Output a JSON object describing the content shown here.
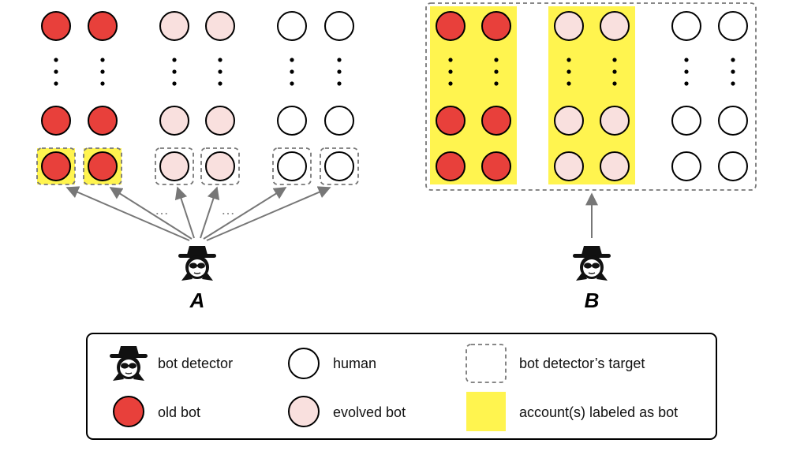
{
  "panels": {
    "a_label": "A",
    "b_label": "B",
    "ellipsis": "…"
  },
  "legend": {
    "bot_detector": "bot detector",
    "human": "human",
    "target": "bot detector’s target",
    "old_bot": "old bot",
    "evolved_bot": "evolved bot",
    "labeled": "account(s) labeled as bot"
  },
  "colors": {
    "old_bot": "#e8403b",
    "evolved_bot": "#f9e0de",
    "human": "#ffffff",
    "highlight": "#fff44f",
    "arrow": "#777777",
    "dashed_border": "#777777"
  },
  "icons": {
    "detector": "spy-icon"
  }
}
